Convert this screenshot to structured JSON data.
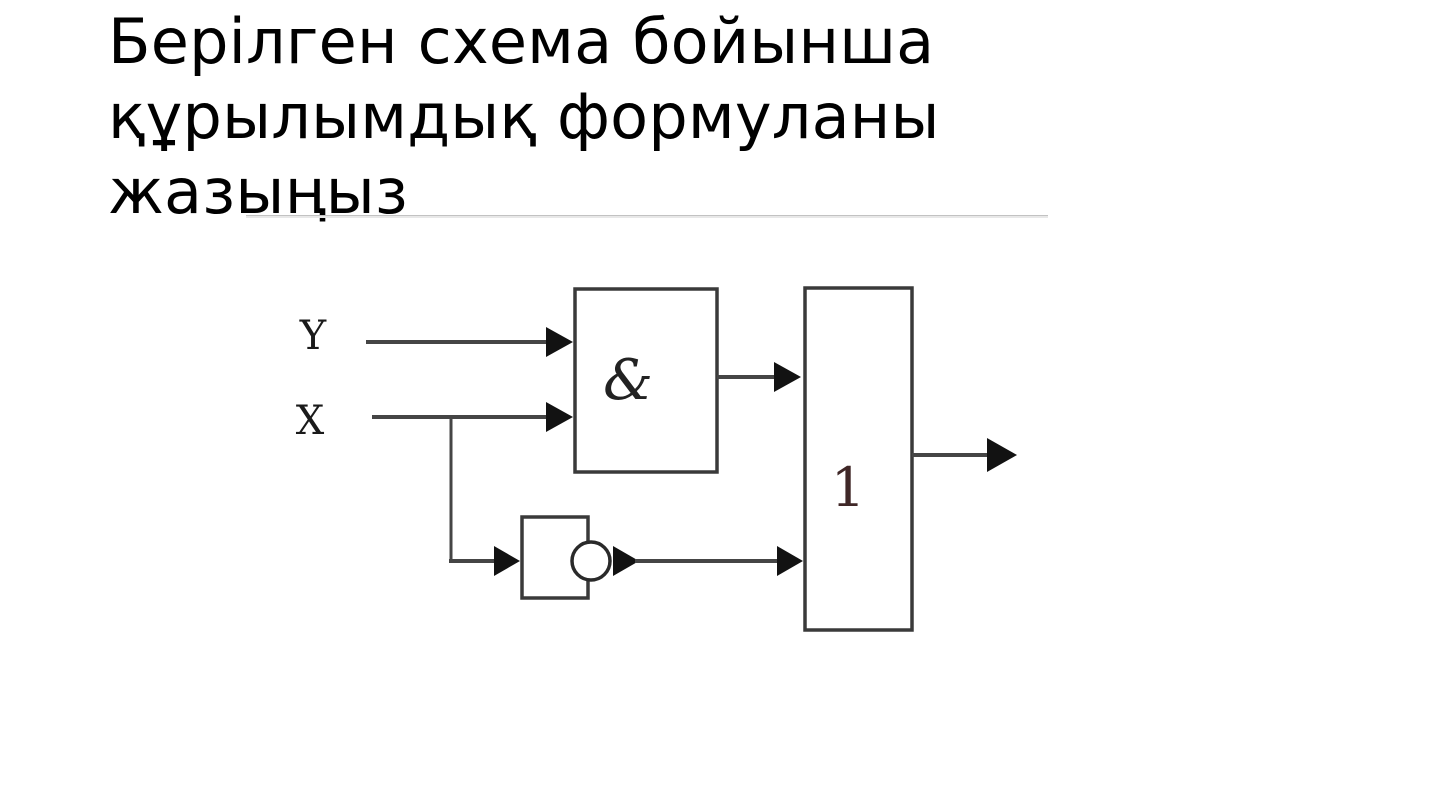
{
  "title": {
    "lines": [
      "Берілген схема бойынша",
      "құрылымдық формуланы",
      "жазыңыз"
    ],
    "full_text": "Берілген схема бойынша құрылымдық формуланы жазыңыз"
  },
  "diagram": {
    "input_labels": {
      "y": "Y",
      "x": "X"
    },
    "gates": {
      "and": {
        "type": "AND",
        "label": "&"
      },
      "not": {
        "type": "NOT",
        "label": ""
      },
      "or": {
        "type": "OR",
        "label": "1"
      }
    },
    "colors": {
      "title_text": "#000000",
      "divider": "#c2c2c2",
      "wire": "#454545",
      "arrowhead": "#121212",
      "box_border": "#3a3a3a",
      "or_label": "#3f2727"
    }
  }
}
